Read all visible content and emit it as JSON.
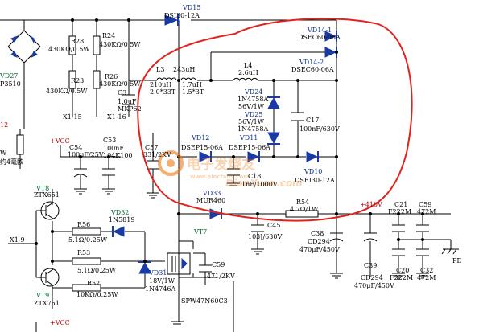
{
  "labels": {
    "vd15_name": "VD15",
    "vd15_val": "DSI30-12A",
    "vd14_1_name": "VD14-1",
    "vd14_1_val": "DSEC60-06A",
    "vd14_2_name": "VD14-2",
    "vd14_2_val": "DSEC60-06A",
    "r28_name": "R28",
    "r28_val": "430KΩ/0.5W",
    "r24_name": "R24",
    "r24_val": "430KΩ/0.5W",
    "r23_name": "R23",
    "r23_val": "430KΩ/0.5W",
    "r26_name": "R26",
    "r26_val": "430KΩ/0.5W",
    "vd27_name": "VD27",
    "vd27_val": "P3510",
    "x1_15": "X1-15",
    "x1_16": "X1-16",
    "c3_name": "C3",
    "c3_val1": "1.0uF",
    "c3_val2": "MKP62",
    "l3_name": "L3",
    "l3_val": "243uH",
    "l3_a": "210uH",
    "l3_a2": "2.0*33T",
    "l3_b": "1.7uH",
    "l3_b2": "1.5*3T",
    "l4_name": "L4",
    "l4_val": "2.6uH",
    "vd24_name": "VD24",
    "vd24_v1": "1N4758A",
    "vd24_v2": "56V/1W",
    "vd25_name": "VD25",
    "vd25_v1": "56V/1W",
    "vd25_v2": "1N4758A",
    "c17_name": "C17",
    "c17_val": "100nF/630V",
    "label_12": "12",
    "label_w": "W",
    "label_mm": "约4毫欧",
    "vcc1": "+VCC",
    "c54_name": "C54",
    "c54_val": "100uF/25V",
    "c53_name": "C53",
    "c53_val": "100nF",
    "c53_val2": "104K100",
    "c57_name": "C57",
    "c57_val": "331/2KV",
    "vd12_name": "VD12",
    "vd12_val": "DSEP15-06A",
    "vd11_name": "VD11",
    "vd11_val": "DSEP15-06A",
    "c18_name": "C18",
    "c18_val": "1nF/1000V",
    "vd10_name": "VD10",
    "vd10_val": "DSEI30-12A",
    "vt8_name": "VT8",
    "vt8_val": "ZTX651",
    "vd33_name": "VD33",
    "vd33_val": "MUR460",
    "r54_name": "R54",
    "r54_val": "4.7Ω/1W",
    "plus410": "+410V",
    "c21_name": "C21",
    "c21_val": "F222M",
    "c59a_name": "C59",
    "c59a_val": "472M",
    "vd32_name": "VD32",
    "vd32_val": "1N5819",
    "r56_name": "R56",
    "r56_val": "5.1Ω/0.25W",
    "c45_name": "C45",
    "c45_val": "103J/630V",
    "c38_name": "C38",
    "c38_val1": "CD294",
    "c38_val2": "470μF/450V",
    "x1_9": "X1-9",
    "vt7_name": "VT7",
    "vt7_val": "SPW47N60C3",
    "c59b_name": "C59",
    "c59b_val": "471/2KV",
    "r53_name": "R53",
    "r53_val": "5.1Ω/0.25W",
    "r52_name": "R52",
    "r52_val": "10KΩ/0.25W",
    "vd31_name": "VD31",
    "vd31_v1": "18V/1W",
    "vd31_v2": "1N4746A",
    "c39_name": "C39",
    "c39_val1": "CD294",
    "c39_val2": "470μF/450V",
    "c20_name": "C20",
    "c20_val": "F222M",
    "c32_name": "C32",
    "c32_val": "472M",
    "pe": "PE",
    "vt9_name": "VT9",
    "vt9_val": "ZTX751",
    "vcc2": "+VCC",
    "watermark_cn": "电子发烧友",
    "watermark_url": "www.elecfans.com",
    "watermark_url2": "DianYuan.com"
  }
}
